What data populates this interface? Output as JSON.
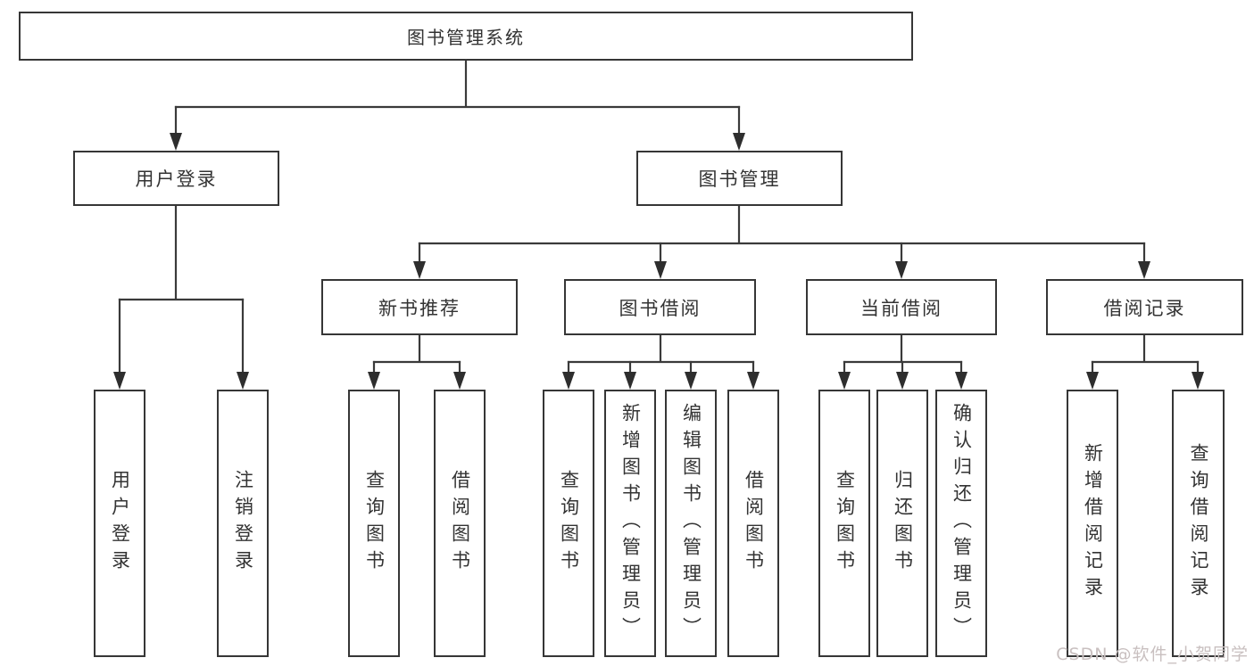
{
  "tree": {
    "root": "图书管理系统",
    "user_login": {
      "label": "用户登录",
      "children": [
        "用户登录",
        "注销登录"
      ]
    },
    "book_mgmt": {
      "label": "图书管理",
      "sections": {
        "new_books": {
          "label": "新书推荐",
          "children": [
            "查询图书",
            "借阅图书"
          ]
        },
        "borrow": {
          "label": "图书借阅",
          "children": [
            "查询图书",
            "新增图书（管理员）",
            "编辑图书（管理员）",
            "借阅图书"
          ]
        },
        "current": {
          "label": "当前借阅",
          "children": [
            "查询图书",
            "归还图书",
            "确认归还（管理员）"
          ]
        },
        "records": {
          "label": "借阅记录",
          "children": [
            "新增借阅记录",
            "查询借阅记录"
          ]
        }
      }
    }
  },
  "watermark": {
    "text": "CSDN @软件_小贺同学"
  },
  "colors": {
    "line": "#3a3a3a",
    "box_border": "#363636",
    "text": "#333333",
    "background": "#ffffff",
    "watermark": "#c9c0c0"
  }
}
